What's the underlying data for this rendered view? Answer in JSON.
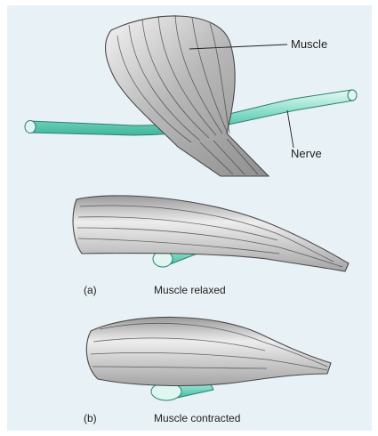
{
  "labels": {
    "muscle": "Muscle",
    "nerve": "Nerve"
  },
  "captions": {
    "a_letter": "(a)",
    "a_text": "Muscle relaxed",
    "b_letter": "(b)",
    "b_text": "Muscle contracted"
  },
  "colors": {
    "page": "#ffffff",
    "background": "#e8f1f5",
    "muscle": "#b0b0b0",
    "nerve": "#5fc9b3",
    "outline": "#4a4a4a"
  }
}
